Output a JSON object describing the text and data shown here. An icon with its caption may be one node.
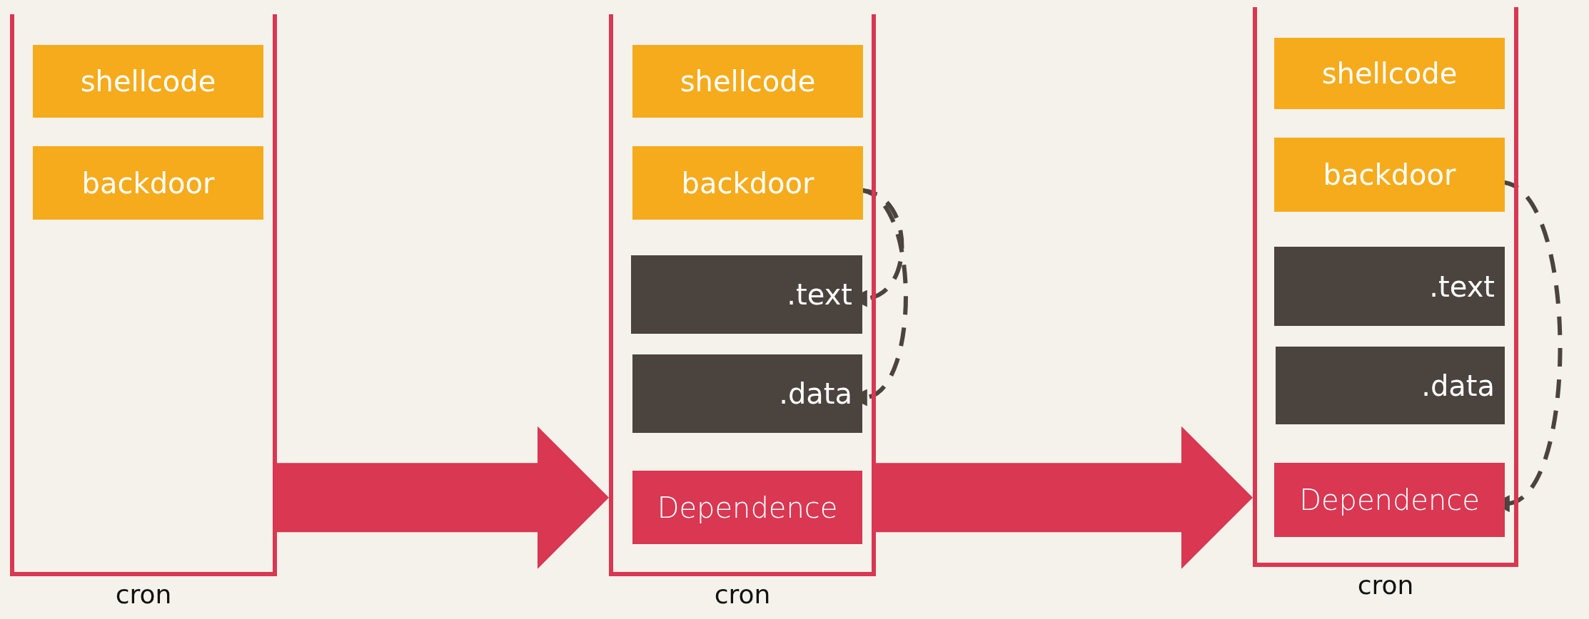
{
  "diagram": {
    "nodes": [
      {
        "text": [
          "cron"
        ]
      },
      {
        "text": [
          "shellcode"
        ],
        "in": 0
      },
      {
        "text": [
          "backdoor"
        ],
        "in": 0
      },
      {
        "text": [
          "cron"
        ]
      },
      {
        "text": [
          "shellcode"
        ],
        "in": 3
      },
      {
        "text": [
          "backdoor"
        ],
        "in": 3
      },
      {
        "text": [
          ".text"
        ],
        "in": 3
      },
      {
        "text": [
          ".data"
        ],
        "in": 3
      },
      {
        "text": [
          "Dependence"
        ],
        "in": 3
      },
      {
        "text": [
          "cron"
        ]
      },
      {
        "text": [
          "shellcode"
        ],
        "in": 9
      },
      {
        "text": [
          "backdoor"
        ],
        "in": 9
      },
      {
        "text": [
          ".text"
        ],
        "in": 9
      },
      {
        "text": [
          ".data"
        ],
        "in": 9
      },
      {
        "text": [
          "Dependence"
        ],
        "in": 9
      }
    ],
    "edges": [
      {
        "from": 0,
        "to": 3,
        "arrow": "to",
        "style": "thick",
        "color": "#d93752"
      },
      {
        "from": 3,
        "to": 9,
        "arrow": "to",
        "style": "thick",
        "color": "#d93752"
      },
      {
        "from": 5,
        "to": 6,
        "arrow": "to",
        "style": "dashed"
      },
      {
        "from": 5,
        "to": 7,
        "arrow": "to",
        "style": "dashed"
      },
      {
        "from": 11,
        "to": 14,
        "arrow": "to",
        "style": "dashed"
      }
    ]
  }
}
